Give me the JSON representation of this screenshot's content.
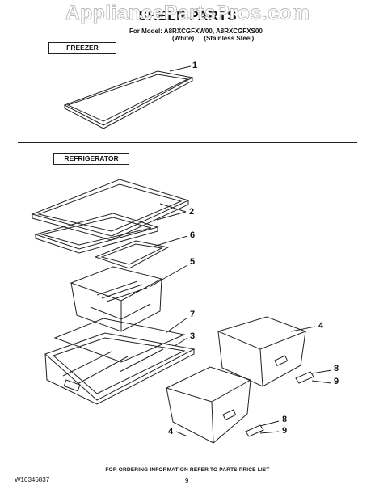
{
  "watermark": "AppliancePartsPros.com",
  "header": {
    "title": "SHELF PARTS",
    "model_line": "For Model: A8RXCGFXW00, A8RXCGFXS00",
    "variants": [
      "(White)",
      "(Stainless Steel)"
    ]
  },
  "sections": {
    "freezer": "FREEZER",
    "refrigerator": "REFRIGERATOR"
  },
  "callouts": [
    "1",
    "2",
    "6",
    "5",
    "7",
    "3",
    "4",
    "8",
    "9",
    "4",
    "8",
    "9"
  ],
  "footer": {
    "ordering_note": "FOR ORDERING INFORMATION REFER TO PARTS PRICE LIST",
    "doc_number": "W10346837",
    "page": "9"
  }
}
